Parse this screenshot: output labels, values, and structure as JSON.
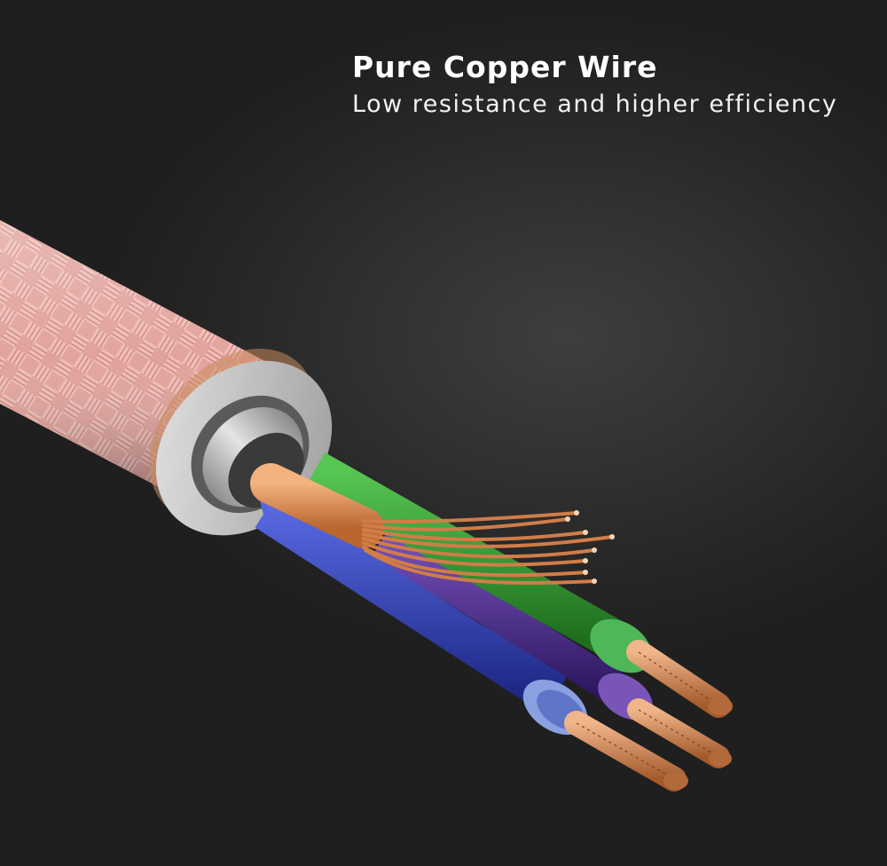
{
  "headline": {
    "title": "Pure Copper Wire",
    "subtitle": "Low resistance and higher efficiency"
  },
  "colors": {
    "background": "#2b2b2b",
    "braid": "#e6a9a3",
    "insulation_ring": "#c9c9c9",
    "foil": "#b8b8b8",
    "orange_wire": "#d98a4e",
    "green_wire": "#2f9a2f",
    "purple_wire": "#4a2a8a",
    "blue_wire": "#2a3aa8",
    "copper": "#c9784a"
  },
  "icons": [
    "braided-cable-illustration"
  ]
}
